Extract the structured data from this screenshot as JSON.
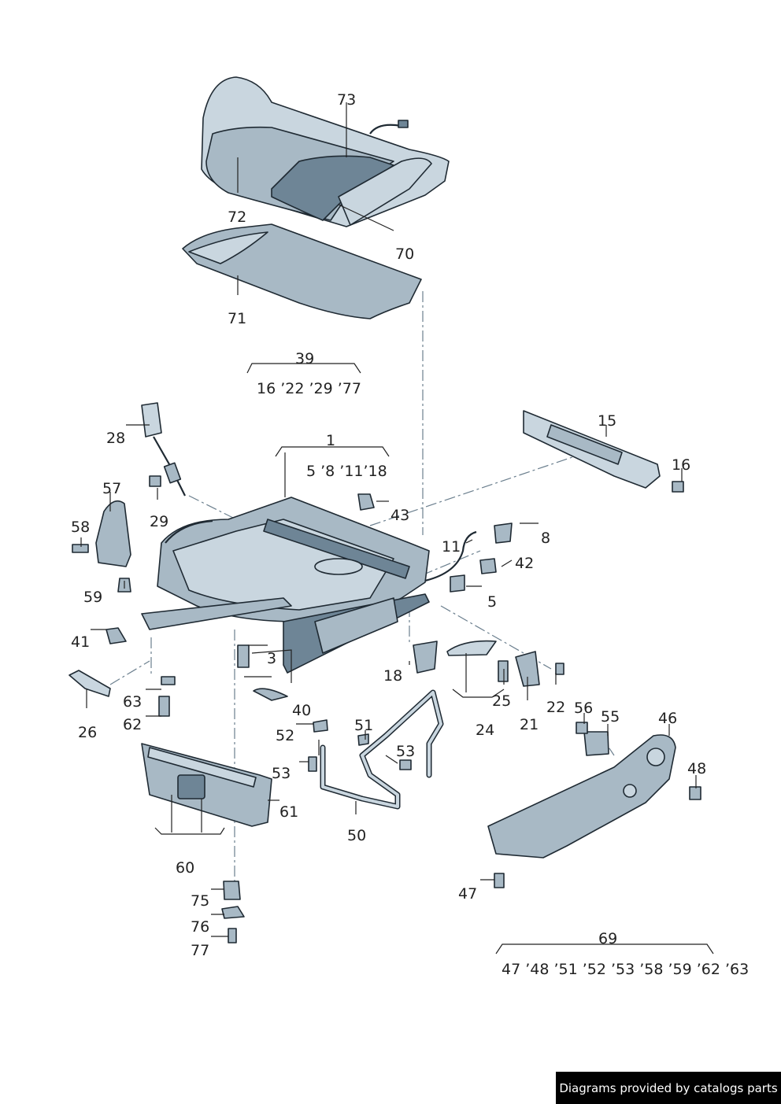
{
  "labels": {
    "p73": "73",
    "p72": "72",
    "p70": "70",
    "p71": "71",
    "p39": "39",
    "p39_sub": "16 ’22  ’29  ’77",
    "p28": "28",
    "p1": "1",
    "p1_sub": "5 ’8 ’11’18",
    "p15": "15",
    "p16": "16",
    "p57": "57",
    "p29": "29",
    "p43": "43",
    "p8": "8",
    "p11": "11",
    "p42": "42",
    "p58": "58",
    "p59": "59",
    "p5": "5",
    "p41": "41",
    "p3": "3",
    "p18": "18",
    "p25": "25",
    "p22": "22",
    "p26": "26",
    "p63": "63",
    "p62": "62",
    "p40": "40",
    "p24": "24",
    "p21": "21",
    "p56": "56",
    "p55": "55",
    "p46": "46",
    "p51": "51",
    "p52": "52",
    "p53a": "53",
    "p53b": "53",
    "p48": "48",
    "p61": "61",
    "p50": "50",
    "p60": "60",
    "p47": "47",
    "p75": "75",
    "p76": "76",
    "p77": "77",
    "p69": "69",
    "p69_sub": "47 ’48  ’51 ’52  ’53  ’58  ’59  ’62  ’63"
  },
  "footer": {
    "credit": "Diagrams provided by catalogs parts"
  }
}
